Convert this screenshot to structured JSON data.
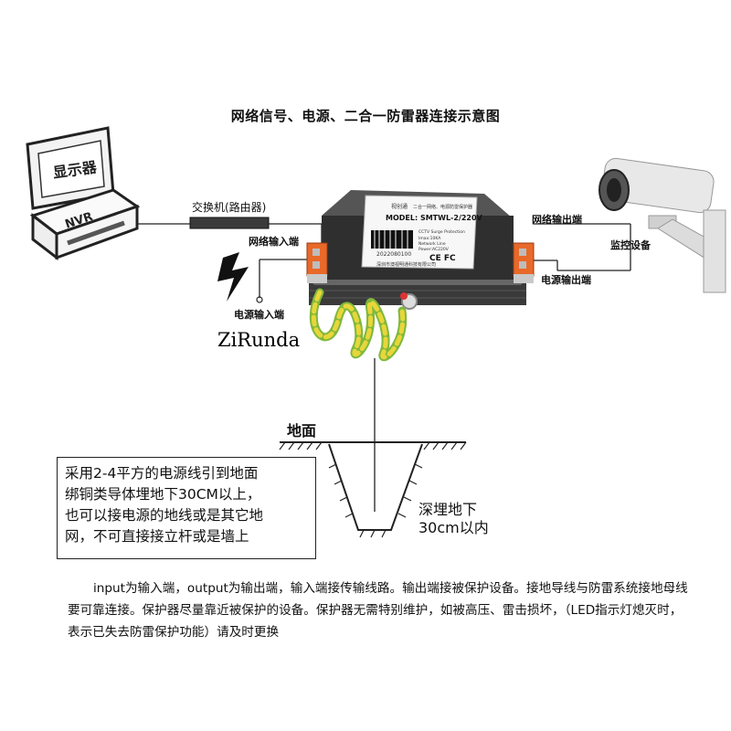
{
  "title": "网络信号、电源、二合一防雷器连接示意图",
  "monitor": {
    "label": "显示器"
  },
  "nvr": {
    "label": "NVR"
  },
  "switch": {
    "label": "交换机(路由器)"
  },
  "labels": {
    "network_input": "网络输入端",
    "power_input": "电源输入端",
    "network_output": "网络输出端",
    "monitoring_device": "监控设备",
    "power_output": "电源输出端",
    "ground_surface": "地面",
    "deep_buried_line1": "深埋地下",
    "deep_buried_line2": "30cm以内"
  },
  "device": {
    "brand": "视创通",
    "name": "二合一网络、电源防雷保护器",
    "model": "MODEL: SMTWL-2/220V",
    "specs": [
      "CCTV Surge Protection",
      "Imax:10KA",
      "Network Line",
      "Power:AC220V"
    ],
    "serial": "2022080100",
    "marks": "CE FC",
    "company": "深圳市澳视明通科技有限公司"
  },
  "note": {
    "lines": [
      "采用2-4平方的电源线引到地面",
      "绑铜类导体埋地下30CM以上，",
      "也可以接电源的地线或是其它地",
      "网，不可直接接立杆或是墙上"
    ]
  },
  "watermark": "ZiRunda",
  "bottom_text": "input为输入端，output为输出端，输入端接传输线路。输出端接被保护设备。接地导线与防雷系统接地母线要可靠连接。保护器尽量靠近被保护的设备。保护器无需特别维护，如被高压、雷击损坏，（LED指示灯熄灭时，表示已失去防雷保护功能）请及时更换",
  "colors": {
    "device_body": "#2f2f2f",
    "terminal": "#e8692a",
    "coil_yellow": "#e8d63a",
    "coil_green": "#7fb83c"
  }
}
